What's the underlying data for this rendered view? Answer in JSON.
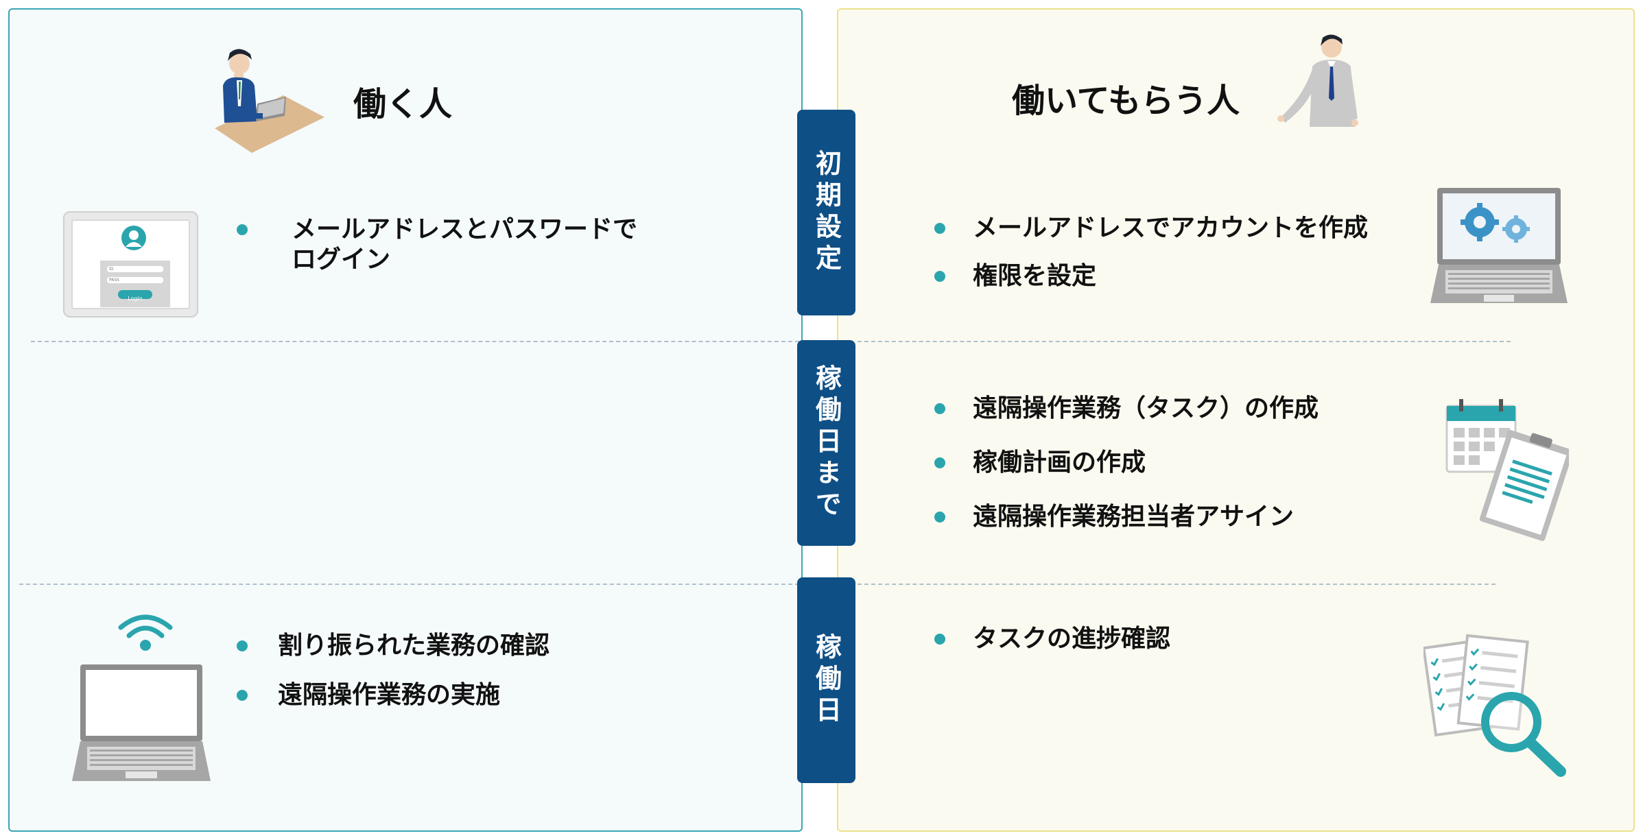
{
  "left": {
    "heading": "働く人",
    "sections": [
      {
        "items": [
          {
            "lines": [
              "メールアドレスとパスワードで",
              "ログイン"
            ]
          }
        ]
      },
      {
        "items": []
      },
      {
        "items": [
          {
            "lines": [
              "割り振られた業務の確認"
            ]
          },
          {
            "lines": [
              "遠隔操作業務の実施"
            ]
          }
        ]
      }
    ],
    "login_card": {
      "id_label": "ID",
      "pass_label": "PASS",
      "button_label": "Login"
    }
  },
  "right": {
    "heading": "働いてもらう人",
    "sections": [
      {
        "items": [
          {
            "lines": [
              "メールアドレスでアカウントを作成"
            ]
          },
          {
            "lines": [
              "権限を設定"
            ]
          }
        ]
      },
      {
        "items": [
          {
            "lines": [
              "遠隔操作業務（タスク）の作成"
            ]
          },
          {
            "lines": [
              "稼働計画の作成"
            ]
          },
          {
            "lines": [
              "遠隔操作業務担当者アサイン"
            ]
          }
        ]
      },
      {
        "items": [
          {
            "lines": [
              "タスクの進捗確認"
            ]
          }
        ]
      }
    ]
  },
  "phases": [
    {
      "label": "初期設定"
    },
    {
      "label": "稼働日まで"
    },
    {
      "label": "稼働日"
    }
  ],
  "colors": {
    "left_border": "#3aa7b5",
    "left_bg": "#f5fafb",
    "right_border": "#ede28a",
    "right_bg": "#fbfaf0",
    "phase_bg": "#0e4f86",
    "bullet": "#2aa5ad"
  }
}
